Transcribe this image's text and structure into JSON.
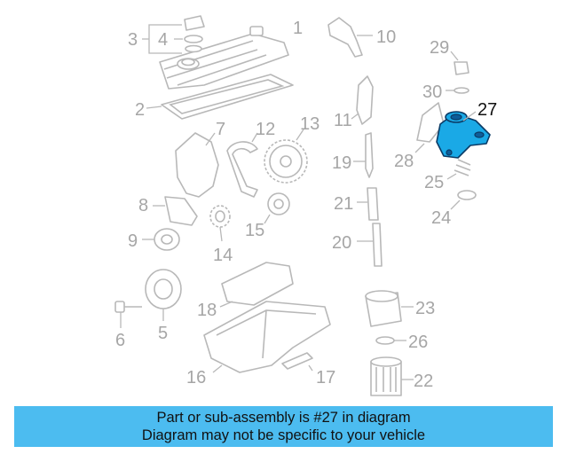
{
  "diagram": {
    "labels": {
      "l1": "1",
      "l2": "2",
      "l3": "3",
      "l4": "4",
      "l5": "5",
      "l6": "6",
      "l7": "7",
      "l8": "8",
      "l9": "9",
      "l10": "10",
      "l11": "11",
      "l12": "12",
      "l13": "13",
      "l14": "14",
      "l15": "15",
      "l16": "16",
      "l17": "17",
      "l18": "18",
      "l19": "19",
      "l20": "20",
      "l21": "21",
      "l22": "22",
      "l23": "23",
      "l24": "24",
      "l25": "25",
      "l26": "26",
      "l27": "27",
      "l28": "28",
      "l29": "29",
      "l30": "30"
    },
    "highlight_part": "27",
    "colors": {
      "highlight": "#1aa9e6",
      "outline": "#0b3b66",
      "parts": "#b8b8b8",
      "banner": "#4cbcf0"
    }
  },
  "banner": {
    "line1": "Part or sub-assembly is #27 in diagram",
    "line2": "Diagram may not be specific to your vehicle"
  }
}
